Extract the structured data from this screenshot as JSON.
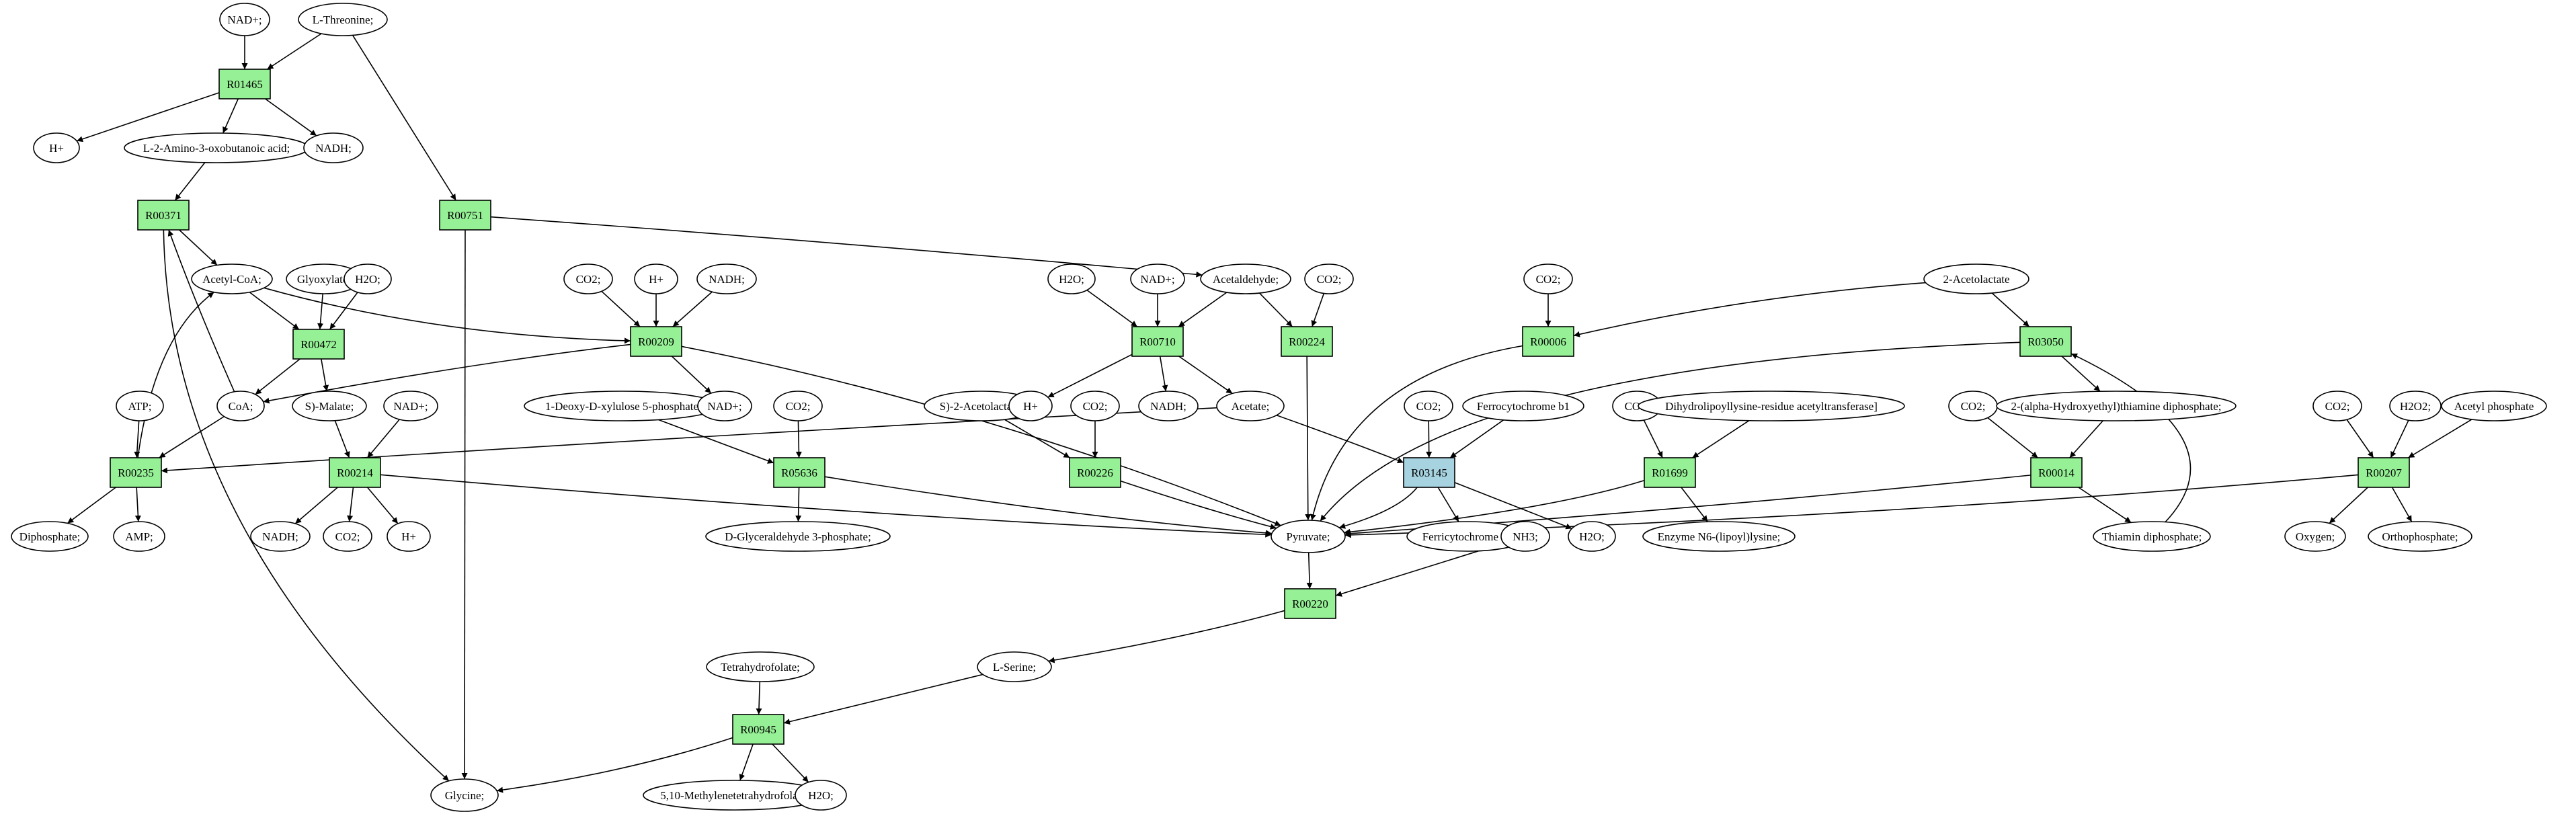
{
  "colors": {
    "reaction": "#96f196",
    "reaction_highlight": "#a7d3e1",
    "compound": "#ffffff",
    "source": "#00f000",
    "target": "#f5f500"
  },
  "nodes": [
    {
      "id": "nad1",
      "label": "NAD+;",
      "kind": "compound"
    },
    {
      "id": "lthr",
      "label": "L-Threonine;",
      "kind": "source"
    },
    {
      "id": "r01465",
      "label": "R01465",
      "kind": "reaction"
    },
    {
      "id": "h1",
      "label": "H+",
      "kind": "compound"
    },
    {
      "id": "amino",
      "label": "L-2-Amino-3-oxobutanoic acid;",
      "kind": "compound"
    },
    {
      "id": "nadh1",
      "label": "NADH;",
      "kind": "compound"
    },
    {
      "id": "r00371",
      "label": "R00371",
      "kind": "reaction"
    },
    {
      "id": "r00751",
      "label": "R00751",
      "kind": "reaction"
    },
    {
      "id": "acoa",
      "label": "Acetyl-CoA;",
      "kind": "compound"
    },
    {
      "id": "glyox",
      "label": "Glyoxylate;",
      "kind": "compound"
    },
    {
      "id": "h2o1",
      "label": "H2O;",
      "kind": "compound"
    },
    {
      "id": "co2a",
      "label": "CO2;",
      "kind": "compound"
    },
    {
      "id": "h2",
      "label": "H+",
      "kind": "compound"
    },
    {
      "id": "nadh2",
      "label": "NADH;",
      "kind": "compound"
    },
    {
      "id": "h2o2",
      "label": "H2O;",
      "kind": "compound"
    },
    {
      "id": "nad2",
      "label": "NAD+;",
      "kind": "compound"
    },
    {
      "id": "acald",
      "label": "Acetaldehyde;",
      "kind": "compound"
    },
    {
      "id": "co2b",
      "label": "CO2;",
      "kind": "compound"
    },
    {
      "id": "co2c",
      "label": "CO2;",
      "kind": "compound"
    },
    {
      "id": "acl",
      "label": "2-Acetolactate",
      "kind": "compound"
    },
    {
      "id": "r00472",
      "label": "R00472",
      "kind": "reaction"
    },
    {
      "id": "r00209",
      "label": "R00209",
      "kind": "reaction"
    },
    {
      "id": "r00710",
      "label": "R00710",
      "kind": "reaction"
    },
    {
      "id": "r00224",
      "label": "R00224",
      "kind": "reaction"
    },
    {
      "id": "r00006",
      "label": "R00006",
      "kind": "reaction"
    },
    {
      "id": "r03050",
      "label": "R03050",
      "kind": "reaction"
    },
    {
      "id": "atp",
      "label": "ATP;",
      "kind": "compound"
    },
    {
      "id": "coa",
      "label": "CoA;",
      "kind": "compound"
    },
    {
      "id": "smal",
      "label": "S)-Malate;",
      "kind": "compound"
    },
    {
      "id": "nad3",
      "label": "NAD+;",
      "kind": "compound"
    },
    {
      "id": "dxp",
      "label": "1-Deoxy-D-xylulose 5-phosphate",
      "kind": "compound"
    },
    {
      "id": "co2d",
      "label": "CO2;",
      "kind": "compound"
    },
    {
      "id": "nad4",
      "label": "NAD+;",
      "kind": "compound"
    },
    {
      "id": "sacl",
      "label": "S)-2-Acetolactate;",
      "kind": "compound"
    },
    {
      "id": "h3",
      "label": "H+",
      "kind": "compound"
    },
    {
      "id": "co2e",
      "label": "CO2;",
      "kind": "compound"
    },
    {
      "id": "nadh3",
      "label": "NADH;",
      "kind": "compound"
    },
    {
      "id": "acet",
      "label": "Acetate;",
      "kind": "compound"
    },
    {
      "id": "co2f",
      "label": "CO2;",
      "kind": "compound"
    },
    {
      "id": "fcb1",
      "label": "Ferrocytochrome b1",
      "kind": "compound"
    },
    {
      "id": "co2g",
      "label": "CO2;",
      "kind": "compound"
    },
    {
      "id": "dlat",
      "label": "Dihydrolipoyllysine-residue acetyltransferase]",
      "kind": "compound"
    },
    {
      "id": "co2h",
      "label": "CO2;",
      "kind": "compound"
    },
    {
      "id": "hetpp",
      "label": "2-(alpha-Hydroxyethyl)thiamine diphosphate;",
      "kind": "compound"
    },
    {
      "id": "co2i",
      "label": "CO2;",
      "kind": "compound"
    },
    {
      "id": "h2o2b",
      "label": "H2O2;",
      "kind": "compound"
    },
    {
      "id": "acp",
      "label": "Acetyl phosphate",
      "kind": "compound"
    },
    {
      "id": "r00235",
      "label": "R00235",
      "kind": "reaction"
    },
    {
      "id": "r00214",
      "label": "R00214",
      "kind": "reaction"
    },
    {
      "id": "r05636",
      "label": "R05636",
      "kind": "reaction"
    },
    {
      "id": "r00226",
      "label": "R00226",
      "kind": "reaction"
    },
    {
      "id": "r03145",
      "label": "R03145",
      "kind": "reaction_highlight"
    },
    {
      "id": "r01699",
      "label": "R01699",
      "kind": "reaction"
    },
    {
      "id": "r00014",
      "label": "R00014",
      "kind": "reaction"
    },
    {
      "id": "r00207",
      "label": "R00207",
      "kind": "reaction"
    },
    {
      "id": "diph",
      "label": "Diphosphate;",
      "kind": "compound"
    },
    {
      "id": "amp",
      "label": "AMP;",
      "kind": "compound"
    },
    {
      "id": "nadh4",
      "label": "NADH;",
      "kind": "compound"
    },
    {
      "id": "co2j",
      "label": "CO2;",
      "kind": "compound"
    },
    {
      "id": "h4",
      "label": "H+",
      "kind": "compound"
    },
    {
      "id": "gap",
      "label": "D-Glyceraldehyde 3-phosphate;",
      "kind": "compound"
    },
    {
      "id": "pyr",
      "label": "Pyruvate;",
      "kind": "compound"
    },
    {
      "id": "fcrb1",
      "label": "Ferricytochrome b1",
      "kind": "compound"
    },
    {
      "id": "h2o3",
      "label": "H2O;",
      "kind": "compound"
    },
    {
      "id": "enz",
      "label": "Enzyme N6-(lipoyl)lysine;",
      "kind": "compound"
    },
    {
      "id": "tpp",
      "label": "Thiamin diphosphate;",
      "kind": "compound"
    },
    {
      "id": "oxy",
      "label": "Oxygen;",
      "kind": "compound"
    },
    {
      "id": "ortho",
      "label": "Orthophosphate;",
      "kind": "compound"
    },
    {
      "id": "nh3",
      "label": "NH3;",
      "kind": "compound"
    },
    {
      "id": "r00220",
      "label": "R00220",
      "kind": "reaction"
    },
    {
      "id": "thf",
      "label": "Tetrahydrofolate;",
      "kind": "compound"
    },
    {
      "id": "lser",
      "label": "L-Serine;",
      "kind": "compound"
    },
    {
      "id": "r00945",
      "label": "R00945",
      "kind": "reaction"
    },
    {
      "id": "gly",
      "label": "Glycine;",
      "kind": "target"
    },
    {
      "id": "mthf",
      "label": "5,10-Methylenetetrahydrofolate;",
      "kind": "compound"
    },
    {
      "id": "h2o4",
      "label": "H2O;",
      "kind": "compound"
    }
  ],
  "edges": [
    [
      "nad1",
      "r01465"
    ],
    [
      "lthr",
      "r01465"
    ],
    [
      "lthr",
      "r00751"
    ],
    [
      "r01465",
      "h1"
    ],
    [
      "r01465",
      "amino"
    ],
    [
      "r01465",
      "nadh1"
    ],
    [
      "amino",
      "r00371"
    ],
    [
      "r00371",
      "acoa"
    ],
    [
      "r00371",
      "gly"
    ],
    [
      "coa",
      "r00371"
    ],
    [
      "r00751",
      "gly"
    ],
    [
      "r00751",
      "acald"
    ],
    [
      "acoa",
      "r00472"
    ],
    [
      "acoa",
      "r00209"
    ],
    [
      "glyox",
      "r00472"
    ],
    [
      "h2o1",
      "r00472"
    ],
    [
      "r00472",
      "coa"
    ],
    [
      "r00472",
      "smal"
    ],
    [
      "co2a",
      "r00209"
    ],
    [
      "h2",
      "r00209"
    ],
    [
      "nadh2",
      "r00209"
    ],
    [
      "r00209",
      "coa"
    ],
    [
      "r00209",
      "nad4"
    ],
    [
      "r00209",
      "pyr"
    ],
    [
      "h2o2",
      "r00710"
    ],
    [
      "nad2",
      "r00710"
    ],
    [
      "acald",
      "r00710"
    ],
    [
      "acald",
      "r00224"
    ],
    [
      "co2b",
      "r00224"
    ],
    [
      "r00710",
      "h3"
    ],
    [
      "r00710",
      "nadh3"
    ],
    [
      "r00710",
      "acet"
    ],
    [
      "r00224",
      "pyr"
    ],
    [
      "co2c",
      "r00006"
    ],
    [
      "acl",
      "r00006"
    ],
    [
      "acl",
      "r03050"
    ],
    [
      "r00006",
      "pyr"
    ],
    [
      "r03050",
      "pyr"
    ],
    [
      "r03050",
      "hetpp"
    ],
    [
      "atp",
      "r00235"
    ],
    [
      "coa",
      "r00235"
    ],
    [
      "acet",
      "r00235"
    ],
    [
      "r00235",
      "diph"
    ],
    [
      "r00235",
      "amp"
    ],
    [
      "r00235",
      "acoa"
    ],
    [
      "smal",
      "r00214"
    ],
    [
      "nad3",
      "r00214"
    ],
    [
      "r00214",
      "nadh4"
    ],
    [
      "r00214",
      "co2j"
    ],
    [
      "r00214",
      "h4"
    ],
    [
      "r00214",
      "pyr"
    ],
    [
      "dxp",
      "r05636"
    ],
    [
      "co2d",
      "r05636"
    ],
    [
      "r05636",
      "gap"
    ],
    [
      "r05636",
      "pyr"
    ],
    [
      "sacl",
      "r00226"
    ],
    [
      "co2e",
      "r00226"
    ],
    [
      "r00226",
      "pyr"
    ],
    [
      "acet",
      "r03145"
    ],
    [
      "co2f",
      "r03145"
    ],
    [
      "fcb1",
      "r03145"
    ],
    [
      "r03145",
      "pyr"
    ],
    [
      "r03145",
      "fcrb1"
    ],
    [
      "r03145",
      "h2o3"
    ],
    [
      "co2g",
      "r01699"
    ],
    [
      "dlat",
      "r01699"
    ],
    [
      "r01699",
      "pyr"
    ],
    [
      "r01699",
      "enz"
    ],
    [
      "co2h",
      "r00014"
    ],
    [
      "hetpp",
      "r00014"
    ],
    [
      "r00014",
      "pyr"
    ],
    [
      "r00014",
      "tpp"
    ],
    [
      "tpp",
      "r03050"
    ],
    [
      "co2i",
      "r00207"
    ],
    [
      "h2o2b",
      "r00207"
    ],
    [
      "acp",
      "r00207"
    ],
    [
      "r00207",
      "pyr"
    ],
    [
      "r00207",
      "oxy"
    ],
    [
      "r00207",
      "ortho"
    ],
    [
      "pyr",
      "r00220"
    ],
    [
      "nh3",
      "r00220"
    ],
    [
      "r00220",
      "lser"
    ],
    [
      "thf",
      "r00945"
    ],
    [
      "lser",
      "r00945"
    ],
    [
      "r00945",
      "gly"
    ],
    [
      "r00945",
      "mthf"
    ],
    [
      "r00945",
      "h2o4"
    ]
  ]
}
